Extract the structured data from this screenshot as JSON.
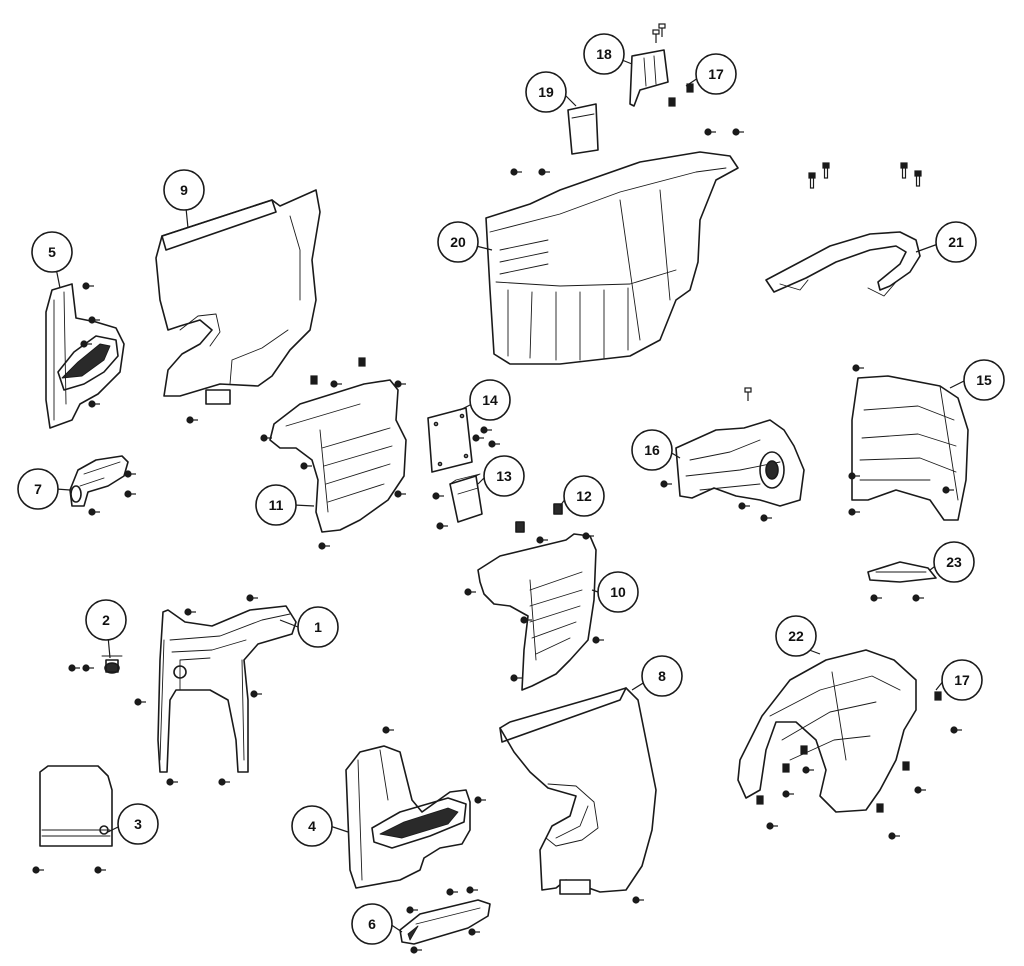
{
  "diagram": {
    "callouts": [
      {
        "id": "c1",
        "label": "1"
      },
      {
        "id": "c2",
        "label": "2"
      },
      {
        "id": "c3",
        "label": "3"
      },
      {
        "id": "c4",
        "label": "4"
      },
      {
        "id": "c5",
        "label": "5"
      },
      {
        "id": "c6",
        "label": "6"
      },
      {
        "id": "c7",
        "label": "7"
      },
      {
        "id": "c8",
        "label": "8"
      },
      {
        "id": "c9",
        "label": "9"
      },
      {
        "id": "c10",
        "label": "10"
      },
      {
        "id": "c11",
        "label": "11"
      },
      {
        "id": "c12",
        "label": "12"
      },
      {
        "id": "c13",
        "label": "13"
      },
      {
        "id": "c14",
        "label": "14"
      },
      {
        "id": "c15",
        "label": "15"
      },
      {
        "id": "c16",
        "label": "16"
      },
      {
        "id": "c17a",
        "label": "17"
      },
      {
        "id": "c17b",
        "label": "17"
      },
      {
        "id": "c18",
        "label": "18"
      },
      {
        "id": "c19",
        "label": "19"
      },
      {
        "id": "c20",
        "label": "20"
      },
      {
        "id": "c21",
        "label": "21"
      },
      {
        "id": "c22",
        "label": "22"
      },
      {
        "id": "c23",
        "label": "23"
      }
    ],
    "colors": {
      "line": "#1a1a1a",
      "background": "#ffffff"
    }
  }
}
